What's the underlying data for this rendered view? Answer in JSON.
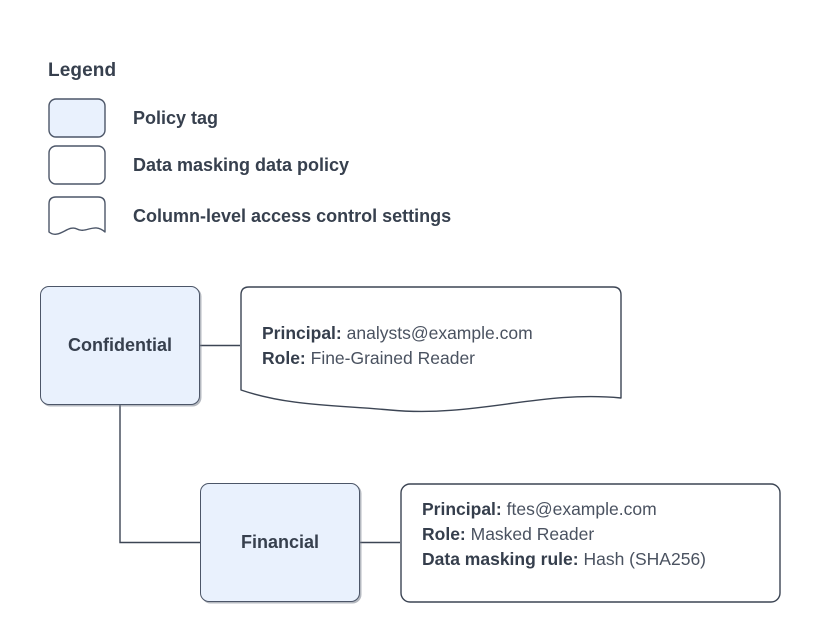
{
  "legend": {
    "title": "Legend",
    "items": [
      {
        "shape": "policy-tag-swatch",
        "label": "Policy tag"
      },
      {
        "shape": "data-policy-swatch",
        "label": "Data masking data policy"
      },
      {
        "shape": "access-settings-swatch",
        "label": "Column-level access control settings"
      }
    ]
  },
  "diagram": {
    "nodes": [
      {
        "id": "confidential",
        "label": "Confidential"
      },
      {
        "id": "financial",
        "label": "Financial"
      }
    ],
    "details": [
      {
        "id": "confidential-details",
        "lines": [
          {
            "key": "Principal:",
            "value": "analysts@example.com"
          },
          {
            "key": "Role:",
            "value": "Fine-Grained Reader"
          }
        ]
      },
      {
        "id": "financial-details",
        "lines": [
          {
            "key": "Principal:",
            "value": "ftes@example.com"
          },
          {
            "key": "Role:",
            "value": "Masked Reader"
          },
          {
            "key": "Data masking rule:",
            "value": "Hash (SHA256)"
          }
        ]
      }
    ]
  },
  "colors": {
    "policy_tag_fill": "#e9f1fd",
    "shape_stroke": "#4c5668",
    "text": "#37404e",
    "value_text": "#4a5260",
    "background": "#ffffff"
  }
}
